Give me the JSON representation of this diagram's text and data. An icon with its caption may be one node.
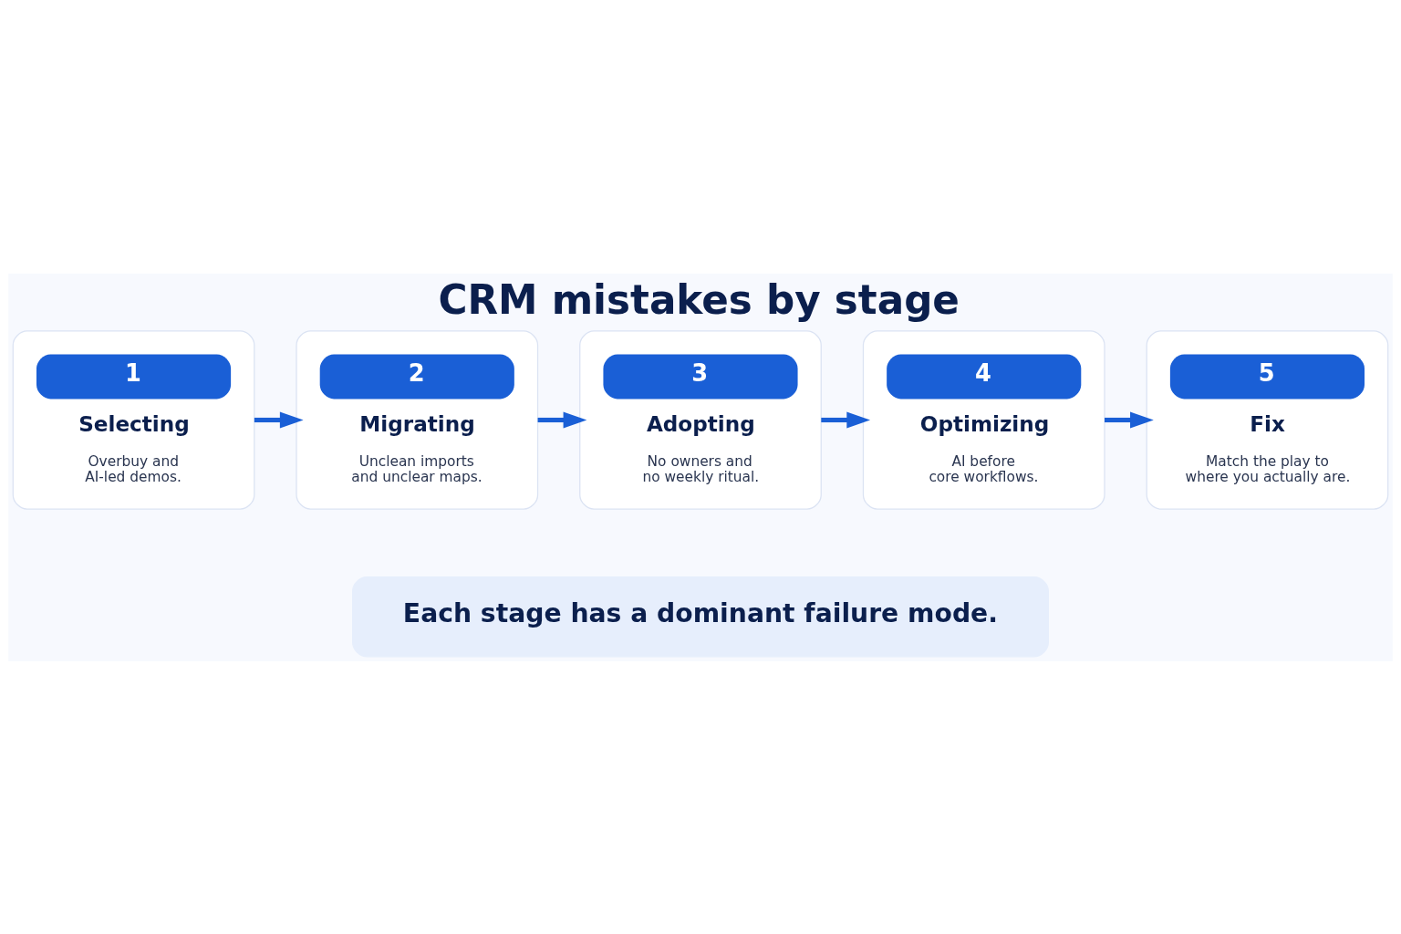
{
  "diagram": {
    "title": "CRM mistakes by stage",
    "nodes": [
      {
        "text": [
          "1",
          "Selecting",
          "Overbuy and AI-led demos."
        ]
      },
      {
        "text": [
          "2",
          "Migrating",
          "Unclean imports and unclear maps."
        ]
      },
      {
        "text": [
          "3",
          "Adopting",
          "No owners and no weekly ritual."
        ]
      },
      {
        "text": [
          "4",
          "Optimizing",
          "AI before core workflows."
        ]
      },
      {
        "text": [
          "5",
          "Fix",
          "Match the play to where you actually are."
        ]
      },
      {
        "text": [
          "Each stage has a dominant failure mode."
        ]
      }
    ],
    "edges": [
      {
        "from": 0,
        "to": 1,
        "arrow": "to"
      },
      {
        "from": 1,
        "to": 2,
        "arrow": "to"
      },
      {
        "from": 2,
        "to": 3,
        "arrow": "to"
      },
      {
        "from": 3,
        "to": 4,
        "arrow": "to"
      }
    ]
  }
}
